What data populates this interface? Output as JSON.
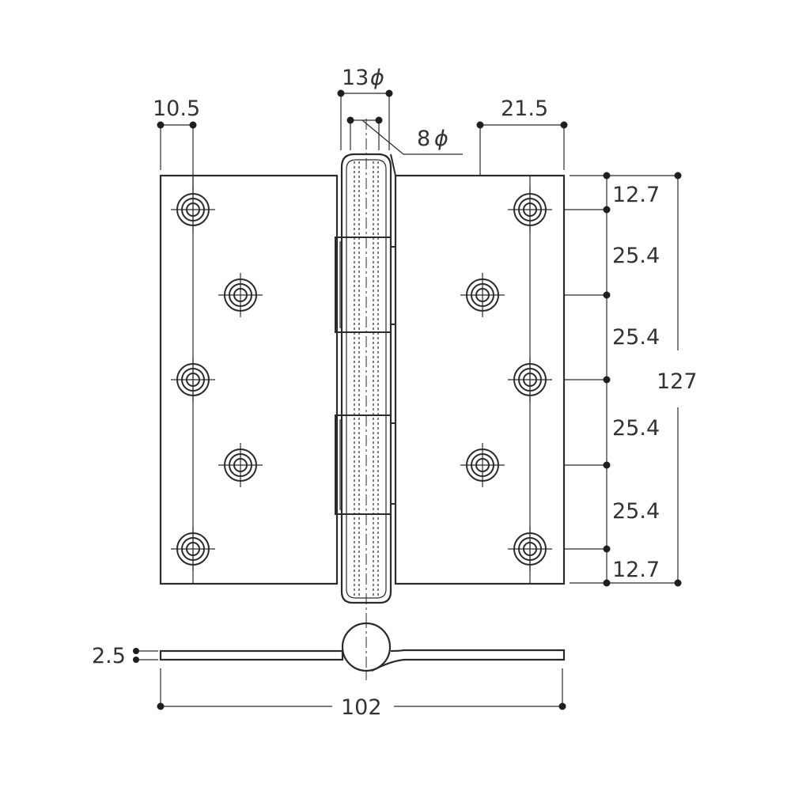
{
  "dimensions": {
    "knuckle_outer_dia": "13",
    "pin_dia": "8",
    "phi_symbol": "ϕ",
    "hole_edge_offset_left": "10.5",
    "hole_edge_offset_right": "21.5",
    "edge_spacing_top": "12.7",
    "spacing_1": "25.4",
    "spacing_2": "25.4",
    "spacing_3": "25.4",
    "spacing_4": "25.4",
    "edge_spacing_bottom": "12.7",
    "overall_height": "127",
    "plate_thickness": "2.5",
    "overall_width": "102"
  },
  "colors": {
    "line": "#2b2b2b",
    "text": "#333333",
    "background": "#ffffff"
  }
}
